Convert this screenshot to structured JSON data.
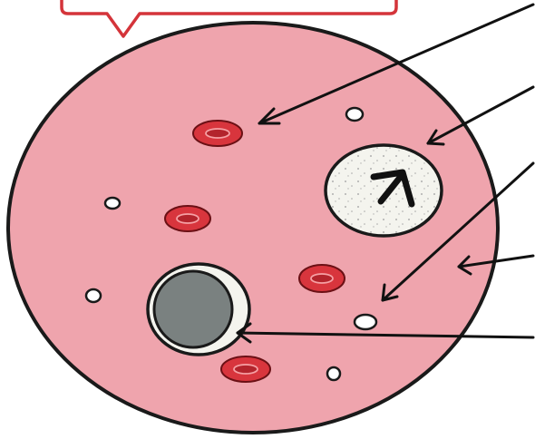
{
  "colors": {
    "tissue_fill": "#efa4ad",
    "outline": "#1a1a1a",
    "callout_border": "#d4343a",
    "red_cell_fill": "#d8353d",
    "red_cell_center": "#b3242c",
    "red_cell_highlight": "#f5a0a4",
    "vacuole_fill": "#f4f4ee",
    "large_cell_nucleus": "#7a8180",
    "white_dot": "#ffffff",
    "arrow": "#111111"
  },
  "elements": {
    "callout": "speech-callout",
    "tissue": "circular-tissue-section",
    "red_cells": "red-blood-cells",
    "vacuole": "large-white-vacuole-with-dark-mark",
    "large_cell": "large-cell-with-gray-nucleus",
    "small_dots": "small-white-cells",
    "pointer_lines": "label-pointer-arrows"
  }
}
